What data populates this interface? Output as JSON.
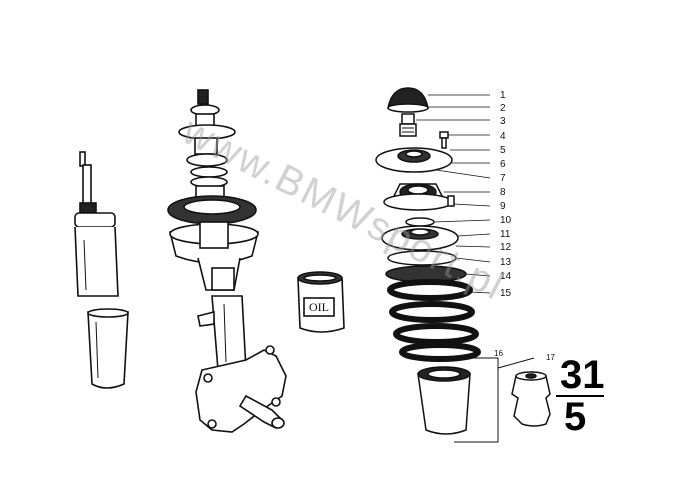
{
  "watermark": "www.BMWsport.pl",
  "group": {
    "top": "31",
    "bottom": "5"
  },
  "oil_can_label": "OIL",
  "parts": [
    {
      "num": "1"
    },
    {
      "num": "2"
    },
    {
      "num": "3"
    },
    {
      "num": "4"
    },
    {
      "num": "5"
    },
    {
      "num": "6"
    },
    {
      "num": "7"
    },
    {
      "num": "8"
    },
    {
      "num": "9"
    },
    {
      "num": "10"
    },
    {
      "num": "11"
    },
    {
      "num": "12"
    },
    {
      "num": "13"
    },
    {
      "num": "14"
    },
    {
      "num": "15"
    },
    {
      "num": "16"
    },
    {
      "num": "17"
    }
  ]
}
